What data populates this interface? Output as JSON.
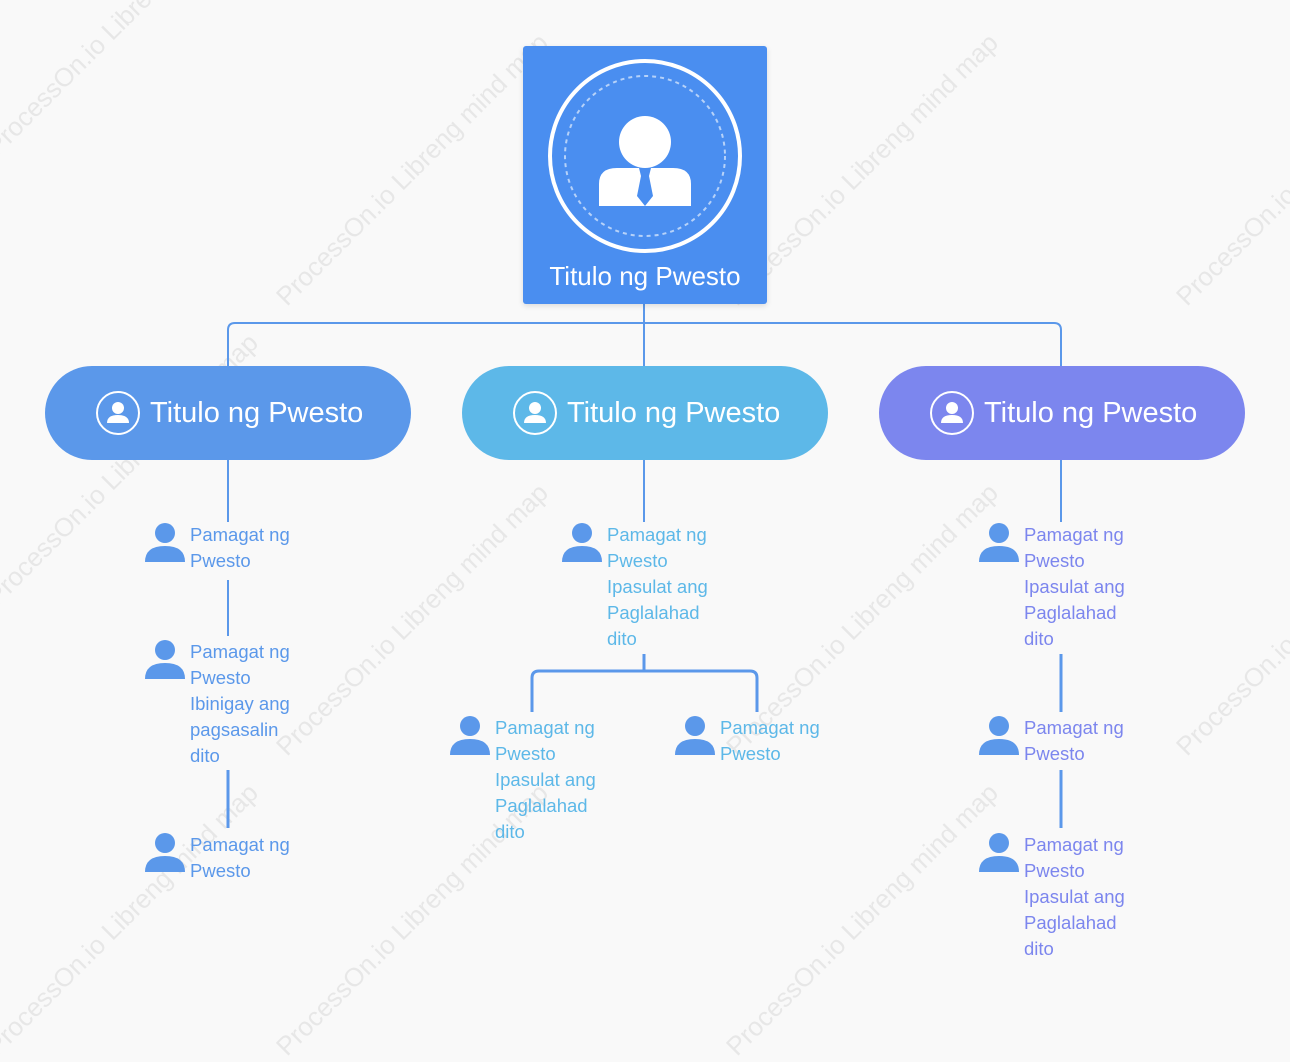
{
  "watermark": "ProcessOn.io Libreng mind map",
  "colors": {
    "root": "#4a8ef0",
    "branch1": "#5b98ea",
    "branch2": "#5db8e8",
    "branch3": "#7c86ee",
    "node1": "#5b98ea",
    "node2": "#5db8e8",
    "node3": "#7c86ee",
    "connector": "#5b98ea"
  },
  "root": {
    "title": "Titulo ng Pwesto",
    "icon": "manager-avatar-icon"
  },
  "branches": [
    {
      "title": "Titulo ng Pwesto",
      "icon": "user-icon",
      "nodes": [
        {
          "lines": [
            "Pamagat ng",
            "Pwesto"
          ]
        },
        {
          "lines": [
            "Pamagat ng",
            "Pwesto",
            "Ibinigay ang",
            "pagsasalin",
            "dito"
          ]
        },
        {
          "lines": [
            "Pamagat ng",
            "Pwesto"
          ]
        }
      ]
    },
    {
      "title": "Titulo ng Pwesto",
      "icon": "user-icon",
      "nodes": [
        {
          "lines": [
            "Pamagat ng",
            "Pwesto",
            "Ipasulat ang",
            "Paglalahad",
            "dito"
          ]
        },
        {
          "lines": [
            "Pamagat ng",
            "Pwesto",
            "Ipasulat ang",
            "Paglalahad",
            "dito"
          ]
        },
        {
          "lines": [
            "Pamagat ng",
            "Pwesto"
          ]
        }
      ]
    },
    {
      "title": "Titulo ng Pwesto",
      "icon": "user-icon",
      "nodes": [
        {
          "lines": [
            "Pamagat ng",
            "Pwesto",
            "Ipasulat ang",
            "Paglalahad",
            "dito"
          ]
        },
        {
          "lines": [
            "Pamagat ng",
            "Pwesto"
          ]
        },
        {
          "lines": [
            "Pamagat ng",
            "Pwesto",
            "Ipasulat ang",
            "Paglalahad",
            "dito"
          ]
        }
      ]
    }
  ]
}
